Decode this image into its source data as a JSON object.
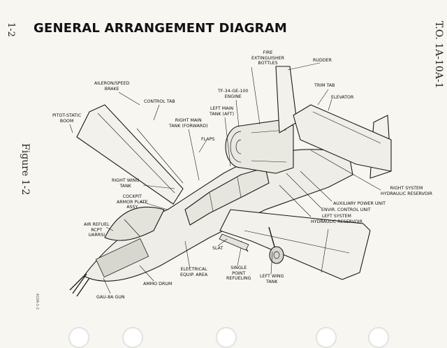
{
  "page": {
    "number": "1-2",
    "doc_id": "T.O. 1A-10A-1",
    "title": "GENERAL ARRANGEMENT DIAGRAM",
    "figure": "Figure 1-2",
    "illustration_code": "A10A-1-2"
  },
  "callouts": {
    "fire_ext": "FIRE\nEXTINGUISHER\nBOTTLES",
    "rudder": "RUDDER",
    "aileron": "AILERON/SPEED\nBRAKE",
    "tf34": "TF-34-GE-100\nENGINE",
    "trim_tab": "TRIM TAB",
    "control_tab": "CONTROL TAB",
    "left_main_aft": "LEFT MAIN\nTANK (AFT)",
    "elevator": "ELEVATOR",
    "pitot": "PITOT-STATIC\nBOOM",
    "right_main_fwd": "RIGHT MAIN\nTANK (FORWARD)",
    "flaps": "FLAPS",
    "right_wing_tank": "RIGHT WING\nTANK",
    "right_hyd": "RIGHT SYSTEM\nHYDRAULIC RESERVOIR",
    "cockpit_armor": "COCKPIT\nARMOR PLATE\nASSY",
    "apu": "AUXILIARY POWER UNIT",
    "envir": "ENVIR. CONTROL UNIT",
    "air_refuel": "AIR REFUEL\nRCPT\nUARRSI",
    "left_hyd": "LEFT SYSTEM\nHYDRAULIC RESERVOIR",
    "slat": "SLAT",
    "electrical": "ELECTRICAL\nEQUIP. AREA",
    "single_point": "SINGLE\nPOINT\nREFUELING",
    "left_wing_tank": "LEFT WING\nTANK",
    "ammo": "AMMO DRUM",
    "gun": "GAU-8A GUN"
  }
}
